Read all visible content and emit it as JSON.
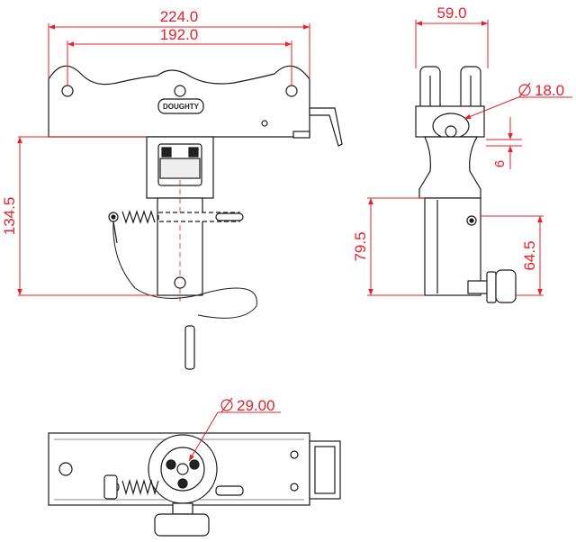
{
  "brand": {
    "logo_text": "DOUGHTY"
  },
  "colors": {
    "dimension": "#e8202a",
    "outline": "#1a1a1a",
    "part_fill": "#ffffff"
  },
  "dimensions": {
    "front_overall_width": "224.0",
    "front_hole_pitch": "192.0",
    "front_height": "134.5",
    "side_width": "59.0",
    "side_bore_diameter": "18.0",
    "side_gap": "6",
    "side_spigot_length": "79.5",
    "side_pin_height": "64.5",
    "bottom_spigot_diameter": "29.00"
  }
}
